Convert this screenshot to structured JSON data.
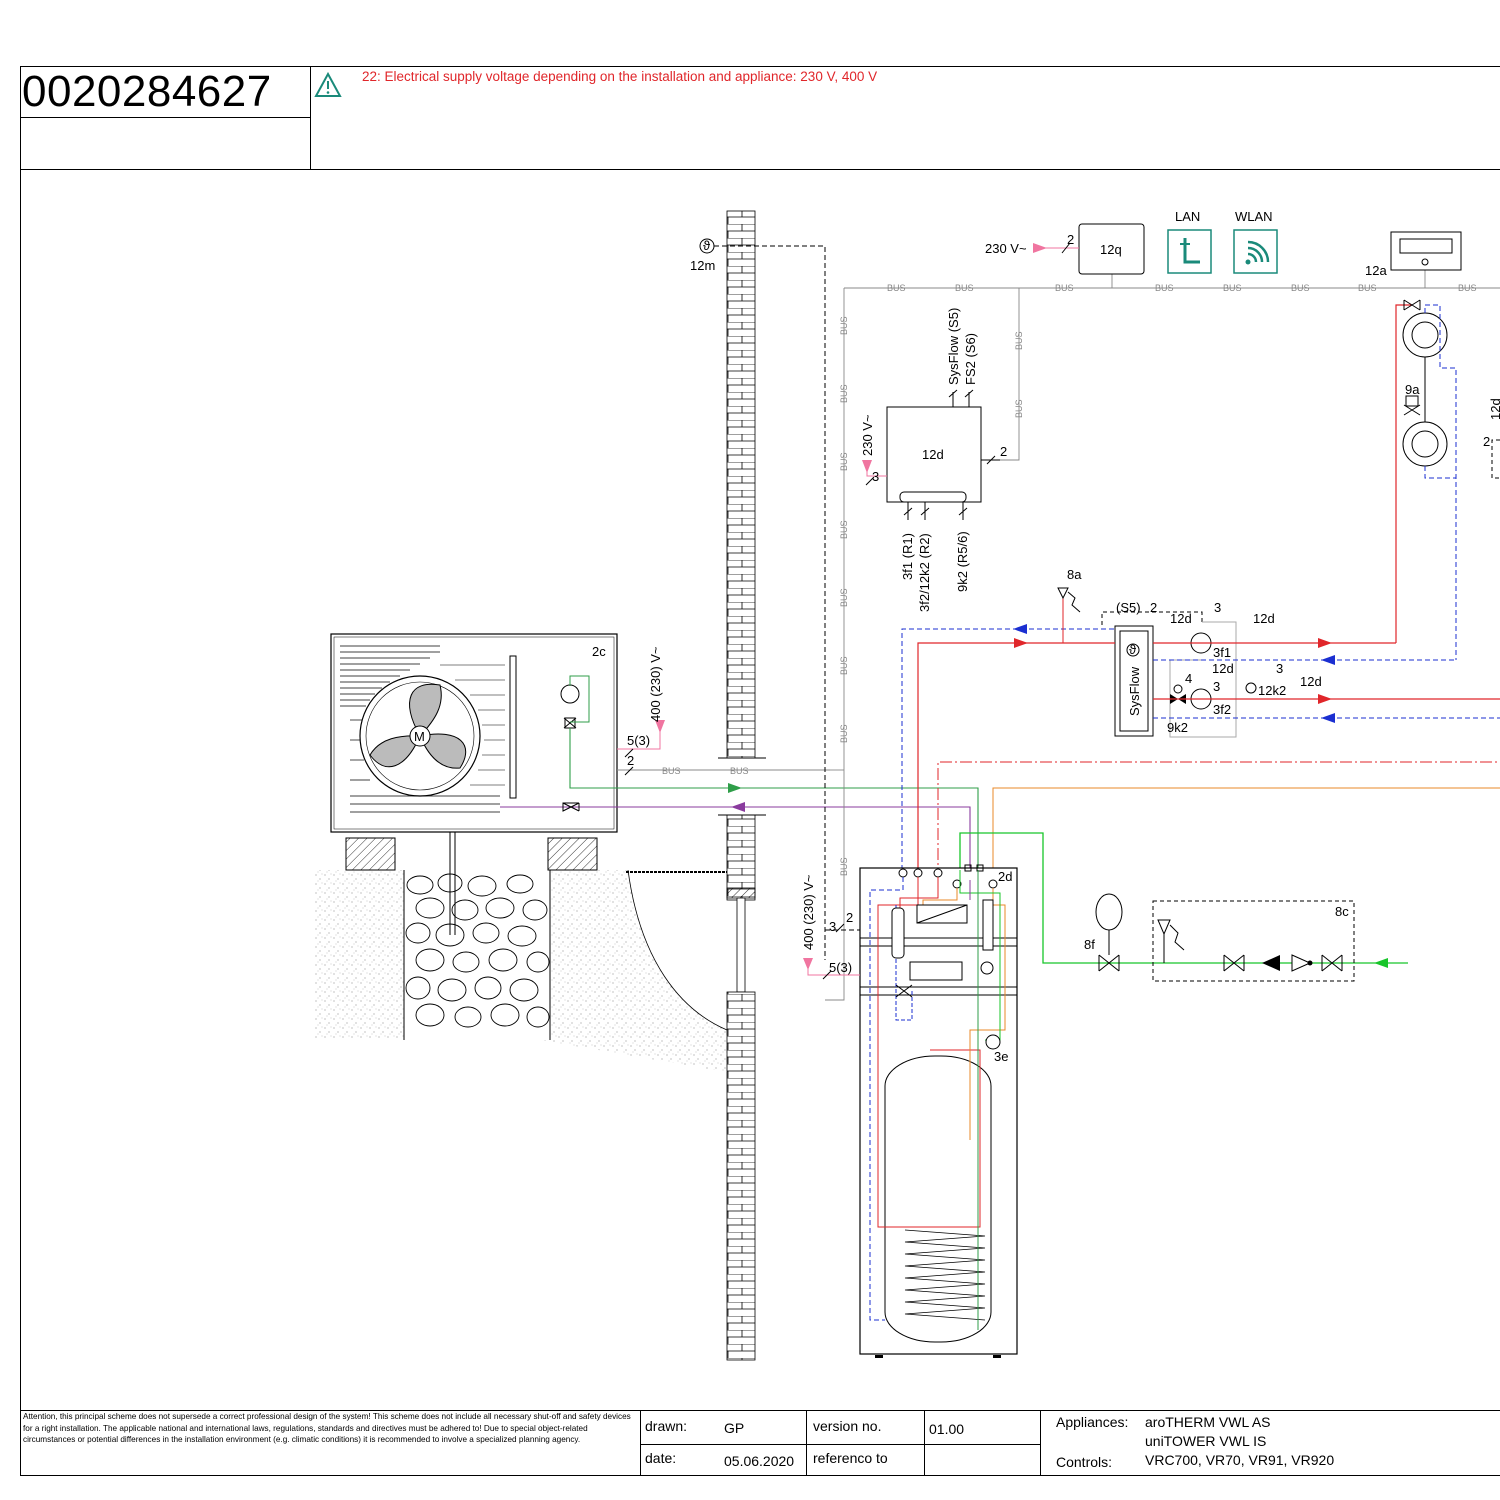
{
  "header": {
    "document_number": "0020284627",
    "warning_text": "22: Electrical supply voltage depending on the installation and appliance: 230 V, 400 V"
  },
  "diagram": {
    "labels": {
      "voltage_12q": "230 V~",
      "lan": "LAN",
      "wlan": "WLAN",
      "bus": "BUS",
      "n2": "2",
      "n3": "3",
      "n4": "4",
      "id_12q": "12q",
      "id_12a": "12a",
      "id_12m": "12m",
      "id_12d": "12d",
      "id_9a": "9a",
      "id_12d_edge": "12d",
      "sysflow_s5": "SysFlow (S5)",
      "fs2_s6": "FS2 (S6)",
      "voltage_12d": "230 V~",
      "r1": "3f1 (R1)",
      "r2": "3f2/12k2 (R2)",
      "r56": "9k2 (R5/6)",
      "id_8a": "8a",
      "s5": "(S5)",
      "id_3f1": "3f1",
      "id_3f2": "3f2",
      "id_9k2": "9k2",
      "id_12k2": "12k2",
      "sysflow": "SysFlow",
      "id_2c": "2c",
      "voltage_out": "400 (230) V~",
      "n53": "5(3)",
      "id_2d": "2d",
      "id_3e": "3e",
      "id_8f": "8f",
      "id_8c": "8c",
      "voltage_tower": "400 (230) V~"
    },
    "colors": {
      "flow": "#e0262a",
      "return": "#1b2fd1",
      "green": "#2f9e49",
      "bright_green": "#18c52a",
      "purple": "#8a3b9e",
      "orange": "#e8892a",
      "pink": "#f075a0",
      "teal": "#1a8a7a",
      "bus": "#888888"
    }
  },
  "footer": {
    "disclaimer": "Attention, this principal scheme does not supersede a correct professional design of the system! This scheme does not include all necessary shut-off and safety devices for a right installation. The applicable national and international laws, regulations, standards and directives must be adhered to! Due to special object-related circumstances or potential differences in the installation environment (e.g. climatic conditions) it is recommended to involve a specialized planning agency.",
    "drawn_label": "drawn:",
    "drawn_value": "GP",
    "date_label": "date:",
    "date_value": "05.06.2020",
    "version_label": "version no.",
    "version_value": "01.00",
    "reference_label": "referenco to",
    "appliances_label": "Appliances:",
    "appliances_line1": "aroTHERM VWL AS",
    "appliances_line2": "uniTOWER VWL IS",
    "controls_label": "Controls:",
    "controls_value": "VRC700, VR70, VR91, VR920"
  }
}
